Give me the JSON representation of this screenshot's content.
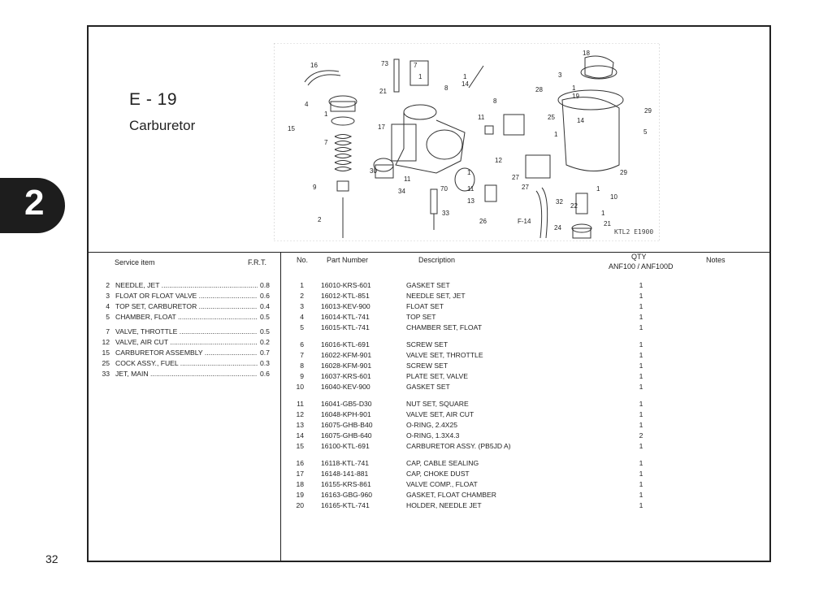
{
  "section": {
    "code": "E - 19",
    "title": "Carburetor",
    "tab_number": "2",
    "page_number": "32"
  },
  "diagram": {
    "reference": "KTL2 E1900",
    "callouts": [
      "16",
      "73",
      "7",
      "8",
      "14",
      "1",
      "18",
      "3",
      "4",
      "1",
      "21",
      "28",
      "19",
      "11",
      "8",
      "1",
      "29",
      "15",
      "7",
      "17",
      "25",
      "14",
      "5",
      "30",
      "12",
      "27",
      "1",
      "1",
      "29",
      "9",
      "11",
      "34",
      "70",
      "11",
      "13",
      "27",
      "22",
      "32",
      "10",
      "2",
      "33",
      "26",
      "F-14",
      "24",
      "1",
      "21",
      "1",
      "1"
    ]
  },
  "service": {
    "header_item": "Service item",
    "header_frt": "F.R.T.",
    "rows": [
      {
        "no": "2",
        "label": "NEEDLE, JET",
        "frt": "0.8"
      },
      {
        "no": "3",
        "label": "FLOAT OR FLOAT VALVE",
        "frt": "0.6"
      },
      {
        "no": "4",
        "label": "TOP SET, CARBURETOR",
        "frt": "0.4"
      },
      {
        "no": "5",
        "label": "CHAMBER, FLOAT",
        "frt": "0.5"
      },
      {
        "no": "7",
        "label": "VALVE, THROTTLE",
        "frt": "0.5"
      },
      {
        "no": "12",
        "label": "VALVE, AIR CUT",
        "frt": "0.2"
      },
      {
        "no": "15",
        "label": "CARBURETOR ASSEMBLY",
        "frt": "0.7"
      },
      {
        "no": "25",
        "label": "COCK ASSY., FUEL",
        "frt": "0.3"
      },
      {
        "no": "33",
        "label": "JET, MAIN",
        "frt": "0.6"
      }
    ]
  },
  "parts": {
    "headers": {
      "no": "No.",
      "part_number": "Part Number",
      "description": "Description",
      "qty": "QTY",
      "qty_models": "ANF100 / ANF100D",
      "notes": "Notes"
    },
    "rows": [
      {
        "no": "1",
        "pn": "16010-KRS-601",
        "desc": "GASKET SET",
        "qty": "1"
      },
      {
        "no": "2",
        "pn": "16012-KTL-851",
        "desc": "NEEDLE SET, JET",
        "qty": "1"
      },
      {
        "no": "3",
        "pn": "16013-KEV-900",
        "desc": "FLOAT SET",
        "qty": "1"
      },
      {
        "no": "4",
        "pn": "16014-KTL-741",
        "desc": "TOP SET",
        "qty": "1"
      },
      {
        "no": "5",
        "pn": "16015-KTL-741",
        "desc": "CHAMBER SET, FLOAT",
        "qty": "1"
      },
      {
        "no": "6",
        "pn": "16016-KTL-691",
        "desc": "SCREW SET",
        "qty": "1"
      },
      {
        "no": "7",
        "pn": "16022-KFM-901",
        "desc": "VALVE SET, THROTTLE",
        "qty": "1"
      },
      {
        "no": "8",
        "pn": "16028-KFM-901",
        "desc": "SCREW SET",
        "qty": "1"
      },
      {
        "no": "9",
        "pn": "16037-KRS-601",
        "desc": "PLATE SET, VALVE",
        "qty": "1"
      },
      {
        "no": "10",
        "pn": "16040-KEV-900",
        "desc": "GASKET SET",
        "qty": "1"
      },
      {
        "no": "11",
        "pn": "16041-GB5-D30",
        "desc": "NUT SET, SQUARE",
        "qty": "1"
      },
      {
        "no": "12",
        "pn": "16048-KPH-901",
        "desc": "VALVE SET, AIR CUT",
        "qty": "1"
      },
      {
        "no": "13",
        "pn": "16075-GHB-B40",
        "desc": "O-RING, 2.4X25",
        "qty": "1"
      },
      {
        "no": "14",
        "pn": "16075-GHB-640",
        "desc": "O-RING, 1.3X4.3",
        "qty": "2"
      },
      {
        "no": "15",
        "pn": "16100-KTL-691",
        "desc": "CARBURETOR ASSY. (PB5JD A)",
        "qty": "1"
      },
      {
        "no": "16",
        "pn": "16118-KTL-741",
        "desc": "CAP, CABLE SEALING",
        "qty": "1"
      },
      {
        "no": "17",
        "pn": "16148-141-881",
        "desc": "CAP, CHOKE DUST",
        "qty": "1"
      },
      {
        "no": "18",
        "pn": "16155-KRS-861",
        "desc": "VALVE COMP., FLOAT",
        "qty": "1"
      },
      {
        "no": "19",
        "pn": "16163-GBG-960",
        "desc": "GASKET, FLOAT CHAMBER",
        "qty": "1"
      },
      {
        "no": "20",
        "pn": "16165-KTL-741",
        "desc": "HOLDER, NEEDLE JET",
        "qty": "1"
      }
    ]
  }
}
